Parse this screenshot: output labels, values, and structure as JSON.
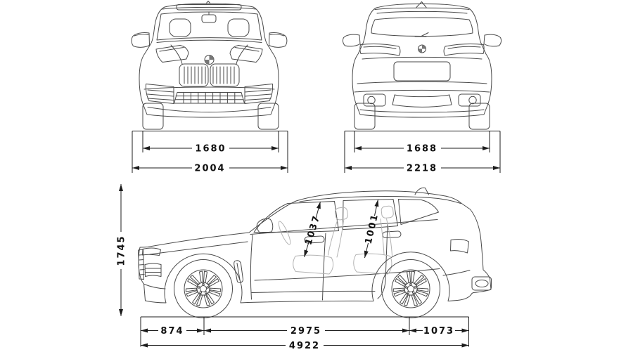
{
  "page": {
    "background_color": "#ffffff",
    "drawing_line_color": "#4a4a4a",
    "dimension_line_color": "#1c1c1c",
    "interior_line_color": "#b3b3b3"
  },
  "diagram": {
    "subject": "bmw-x5-dimension-blueprint",
    "views": {
      "front": {
        "name": "front-view"
      },
      "rear": {
        "name": "rear-view"
      },
      "side": {
        "name": "side-view"
      }
    }
  },
  "dimensions": {
    "front_view": {
      "track_width": "1680",
      "overall_width": "2004"
    },
    "rear_view": {
      "track_width": "1688",
      "overall_width": "2218"
    },
    "side_view": {
      "overall_height": "1745",
      "front_headroom": "1037",
      "rear_headroom": "1001",
      "front_overhang": "874",
      "wheelbase": "2975",
      "rear_overhang": "1073",
      "overall_length": "4922"
    }
  }
}
